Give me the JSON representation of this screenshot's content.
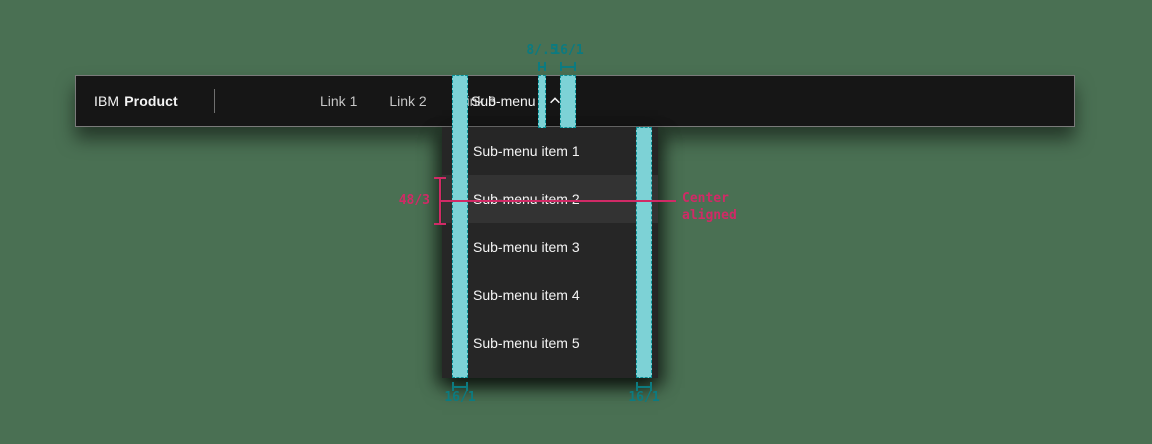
{
  "header": {
    "prefix": "IBM",
    "product": "Product",
    "links": [
      {
        "label": "Link 1"
      },
      {
        "label": "Link 2"
      },
      {
        "label": "Link 3"
      }
    ],
    "submenu": {
      "label": "Sub-menu",
      "expanded": true
    }
  },
  "menu": {
    "items": [
      {
        "label": "Sub-menu item 1"
      },
      {
        "label": "Sub-menu item 2",
        "state": "highlighted"
      },
      {
        "label": "Sub-menu item 3"
      },
      {
        "label": "Sub-menu item 4"
      },
      {
        "label": "Sub-menu item 5"
      }
    ]
  },
  "annotations": {
    "spacing_top_gap": {
      "label": "8/.5"
    },
    "spacing_top_right": {
      "label": "16/1"
    },
    "spacing_bottom_left": {
      "label": "16/1"
    },
    "spacing_bottom_right": {
      "label": "16/1"
    },
    "item_height": {
      "label": "48/3"
    },
    "alignment_note": {
      "text": "Center aligned"
    }
  },
  "colors": {
    "background": "#4a7053",
    "header_background": "#161616",
    "menu_background": "#262626",
    "menu_highlight": "#333333",
    "spacing_overlay_teal": "#7dd2d6",
    "spacing_measure_teal": "#0c7b80",
    "annotation_pink": "#d02a66"
  }
}
